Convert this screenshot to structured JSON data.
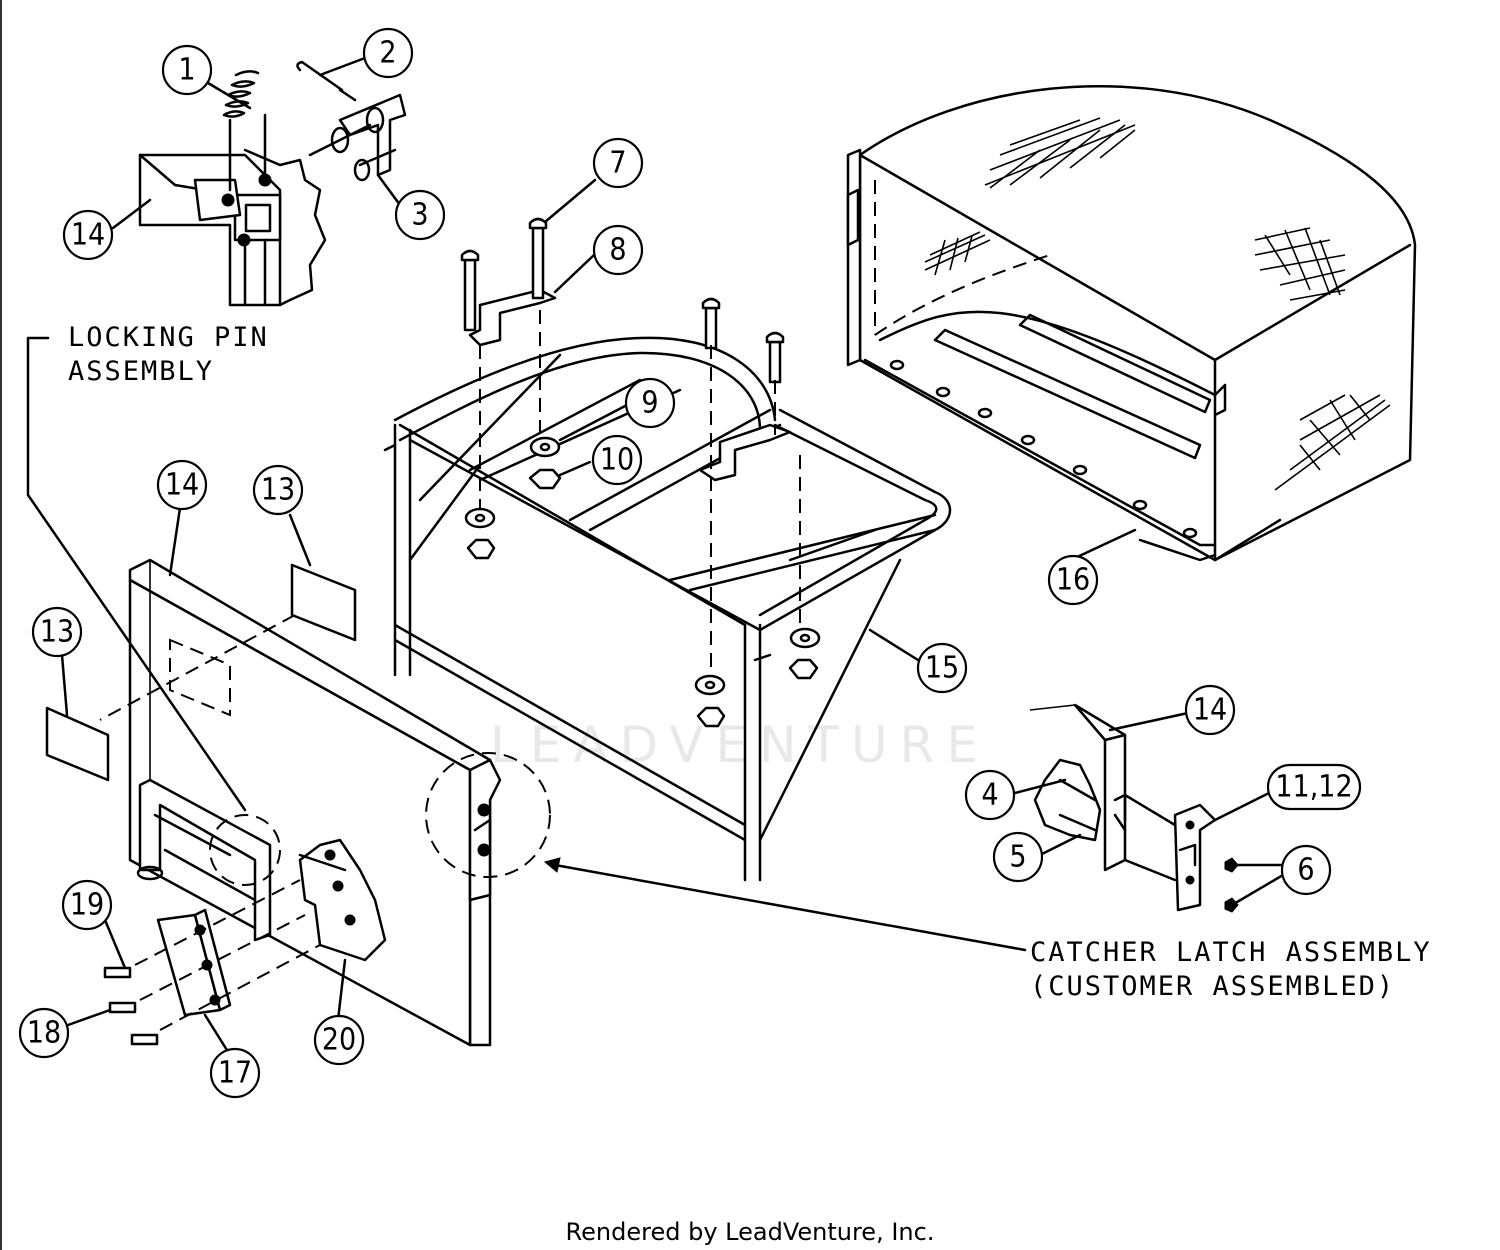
{
  "callouts": [
    {
      "id": "c1",
      "label": "1"
    },
    {
      "id": "c2",
      "label": "2"
    },
    {
      "id": "c3",
      "label": "3"
    },
    {
      "id": "c14a",
      "label": "14"
    },
    {
      "id": "c7",
      "label": "7"
    },
    {
      "id": "c8",
      "label": "8"
    },
    {
      "id": "c9",
      "label": "9"
    },
    {
      "id": "c10",
      "label": "10"
    },
    {
      "id": "c14b",
      "label": "14"
    },
    {
      "id": "c13a",
      "label": "13"
    },
    {
      "id": "c13b",
      "label": "13"
    },
    {
      "id": "c15",
      "label": "15"
    },
    {
      "id": "c16",
      "label": "16"
    },
    {
      "id": "c14c",
      "label": "14"
    },
    {
      "id": "c4",
      "label": "4"
    },
    {
      "id": "c11",
      "label": "11,12"
    },
    {
      "id": "c5",
      "label": "5"
    },
    {
      "id": "c6",
      "label": "6"
    },
    {
      "id": "c19",
      "label": "19"
    },
    {
      "id": "c18",
      "label": "18"
    },
    {
      "id": "c17",
      "label": "17"
    },
    {
      "id": "c20",
      "label": "20"
    }
  ],
  "labels": {
    "locking_pin_line1": "LOCKING PIN",
    "locking_pin_line2": "ASSEMBLY",
    "catcher_latch_line1": "CATCHER LATCH ASSEMBLY",
    "catcher_latch_line2": "(CUSTOMER ASSEMBLED)"
  },
  "watermark": "LEADVENTURE",
  "footer": "Rendered by LeadVenture, Inc."
}
